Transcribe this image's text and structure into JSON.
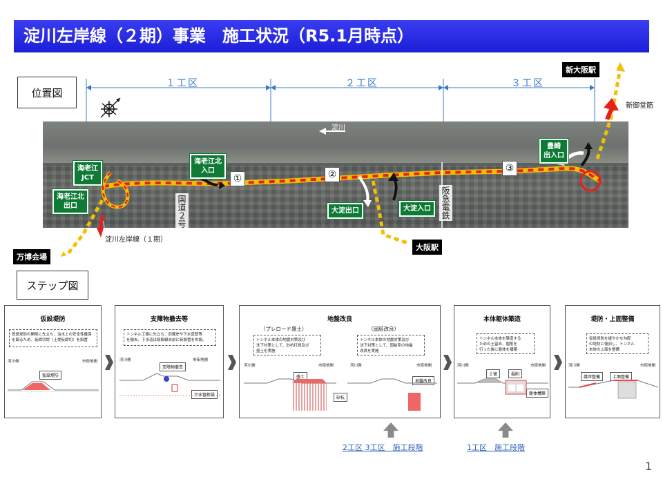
{
  "title": "淀川左岸線（２期）事業　施工状況（R5.1月時点）",
  "location_label": "位置図",
  "step_label": "ステップ図",
  "sections": [
    "１工区",
    "２工区",
    "３工区"
  ],
  "stations": {
    "shin_osaka": "新大阪駅",
    "osaka": "大阪駅",
    "expo": "万博会場"
  },
  "map_labels": {
    "shinmidosuji": "新御堂筋",
    "route_phase1": "淀川左岸線（１期）",
    "route2": "国道２号",
    "hankyu": "阪急電鉄",
    "yodogawa": "淀川"
  },
  "signs": {
    "ebie_jct": "海老江\nJCT",
    "ebie_north_exit": "海老江北\n出口",
    "ebie_north_entrance": "海老江北\n入口",
    "oyodo_exit": "大淀出口",
    "oyodo_entrance": "大淀入口",
    "toyosaki": "豊崎\n出入口"
  },
  "work_points": [
    "①",
    "②",
    "③"
  ],
  "steps": [
    {
      "title": "仮設堤防",
      "note": "既設堤防の開削に先立ち、治水上の安全性確保\nを図るため、仮締切堤（土堤仮締切）を設置",
      "left": "河川側",
      "right": "市街地側",
      "tag": "仮設堤防"
    },
    {
      "title": "支障物撤去等",
      "note": "トンネル工事に先立ち、旧護岸や下水道管等\nを撤去。下水道は既設線去前に新設管を布設。",
      "left": "河川側",
      "right": "市街地側",
      "tag": "支障物撤去",
      "tag2": "下水管新設"
    },
    {
      "title": "地盤改良",
      "sub1": "（プレロード盛土）",
      "sub2": "（固結改良）",
      "note1": "トンネル本体の地震対策及び\n沈下対策として、砂杭打設及び\n盛土を実施",
      "note2": "トンネル本体の地震対策及び\n沈下対策として、固結系の地盤\n改良を実施",
      "left": "河川側",
      "right": "市街地側",
      "tag": "盛土",
      "tag2": "砂杭",
      "tag3": "地盤改良"
    },
    {
      "title": "本体躯体築造",
      "note": "トンネル本体を築造する\nための土留め、掘削を\n行った後に躯体を構築",
      "left": "河川側",
      "right": "市街地側",
      "tag": "土留",
      "tag2": "掘削",
      "tag3": "躯体構築"
    },
    {
      "title": "堤防・上面整備",
      "note": "仮設堤防を緩やかな勾配\nの堤防に復旧し、トンネル\n本体の上面を整備",
      "left": "河川側",
      "right": "市街地側",
      "tag": "護岸整備",
      "tag2": "上面整備"
    }
  ],
  "stage_links": [
    "2工区 3工区　施工段階",
    "1工区　施工段階"
  ],
  "page_number": "1"
}
